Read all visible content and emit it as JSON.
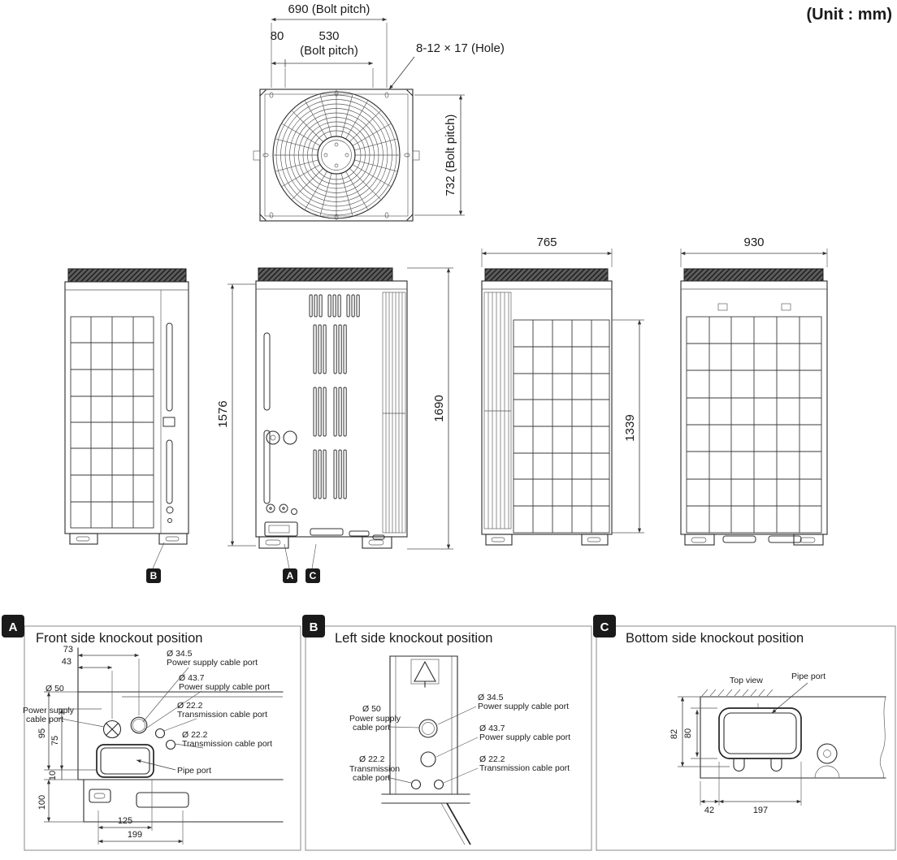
{
  "unit_label": "(Unit : mm)",
  "top_view": {
    "dim_690": "690 (Bolt pitch)",
    "dim_80": "80",
    "dim_530": "530",
    "bolt_pitch_note": "(Bolt pitch)",
    "hole_label": "8-12 × 17 (Hole)",
    "dim_732": "732 (Bolt pitch)"
  },
  "elevations": {
    "dim_1576": "1576",
    "dim_1690": "1690",
    "dim_765": "765",
    "dim_1339": "1339",
    "dim_930": "930",
    "marker_a": "A",
    "marker_b": "B",
    "marker_c": "C"
  },
  "panel_a": {
    "marker": "A",
    "title": "Front side knockout position",
    "dim_73": "73",
    "dim_43": "43",
    "dim_95": "95",
    "dim_75": "75",
    "dim_10": "10",
    "dim_100": "100",
    "dim_125": "125",
    "dim_199": "199",
    "p345_dia": "Ø 34.5",
    "p345_label": "Power supply cable port",
    "p437_dia": "Ø 43.7",
    "p437_label": "Power supply cable port",
    "p50_dia": "Ø 50",
    "p50_label1": "Power supply",
    "p50_label2": "cable port",
    "p222a_dia": "Ø 22.2",
    "p222a_label": "Transmission cable  port",
    "p222b_dia": "Ø 22.2",
    "p222b_label": "Transmission cable  port",
    "pipe_label": "Pipe port"
  },
  "panel_b": {
    "marker": "B",
    "title": "Left side knockout position",
    "p50_dia": "Ø 50",
    "p50_label1": "Power supply",
    "p50_label2": "cable port",
    "p345_dia": "Ø 34.5",
    "p345_label": "Power supply cable port",
    "p437_dia": "Ø 43.7",
    "p437_label": "Power supply cable port",
    "p222a_dia": "Ø 22.2",
    "p222a_label1": "Transmission",
    "p222a_label2": "cable  port",
    "p222b_dia": "Ø 22.2",
    "p222b_label": "Transmission cable  port"
  },
  "panel_c": {
    "marker": "C",
    "title": "Bottom side knockout position",
    "top_view_label": "Top view",
    "pipe_label": "Pipe port",
    "dim_80": "80",
    "dim_82": "82",
    "dim_42": "42",
    "dim_197": "197"
  }
}
